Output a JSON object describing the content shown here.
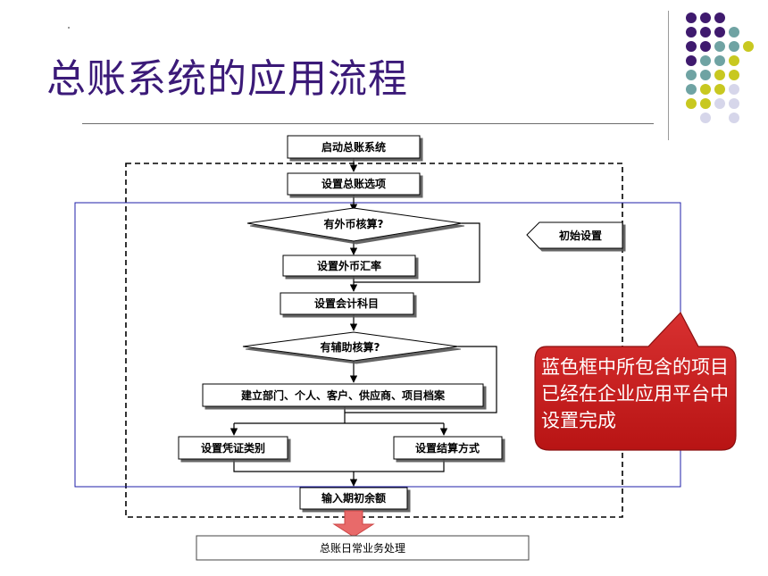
{
  "slide": {
    "title": "总账系统的应用流程"
  },
  "flow": {
    "start": "启动总账系统",
    "options": "设置总账选项",
    "q_foreign": "有外币核算?",
    "rate": "设置外币汇率",
    "accounts": "设置会计科目",
    "q_aux": "有辅助核算?",
    "archives": "建立部门、个人、客户、供应商、项目档案",
    "voucher": "设置凭证类别",
    "settle": "设置结算方式",
    "balance": "输入期初余额",
    "daily": "总账日常业务处理",
    "init_tag": "初始设置"
  },
  "callout": {
    "text": "蓝色框中所包含的项目已经在企业应用平台中设置完成"
  },
  "colors": {
    "title": "#3b1a78",
    "blue_frame": "#1f1fa8",
    "callout_fill": "#cc1f1f",
    "arrow_fill": "#e86a6a",
    "dot_purple": "#3f1a6e",
    "dot_teal": "#6fa3a3",
    "dot_yellow": "#c8c820",
    "dot_lavender": "#d6d6ea"
  }
}
